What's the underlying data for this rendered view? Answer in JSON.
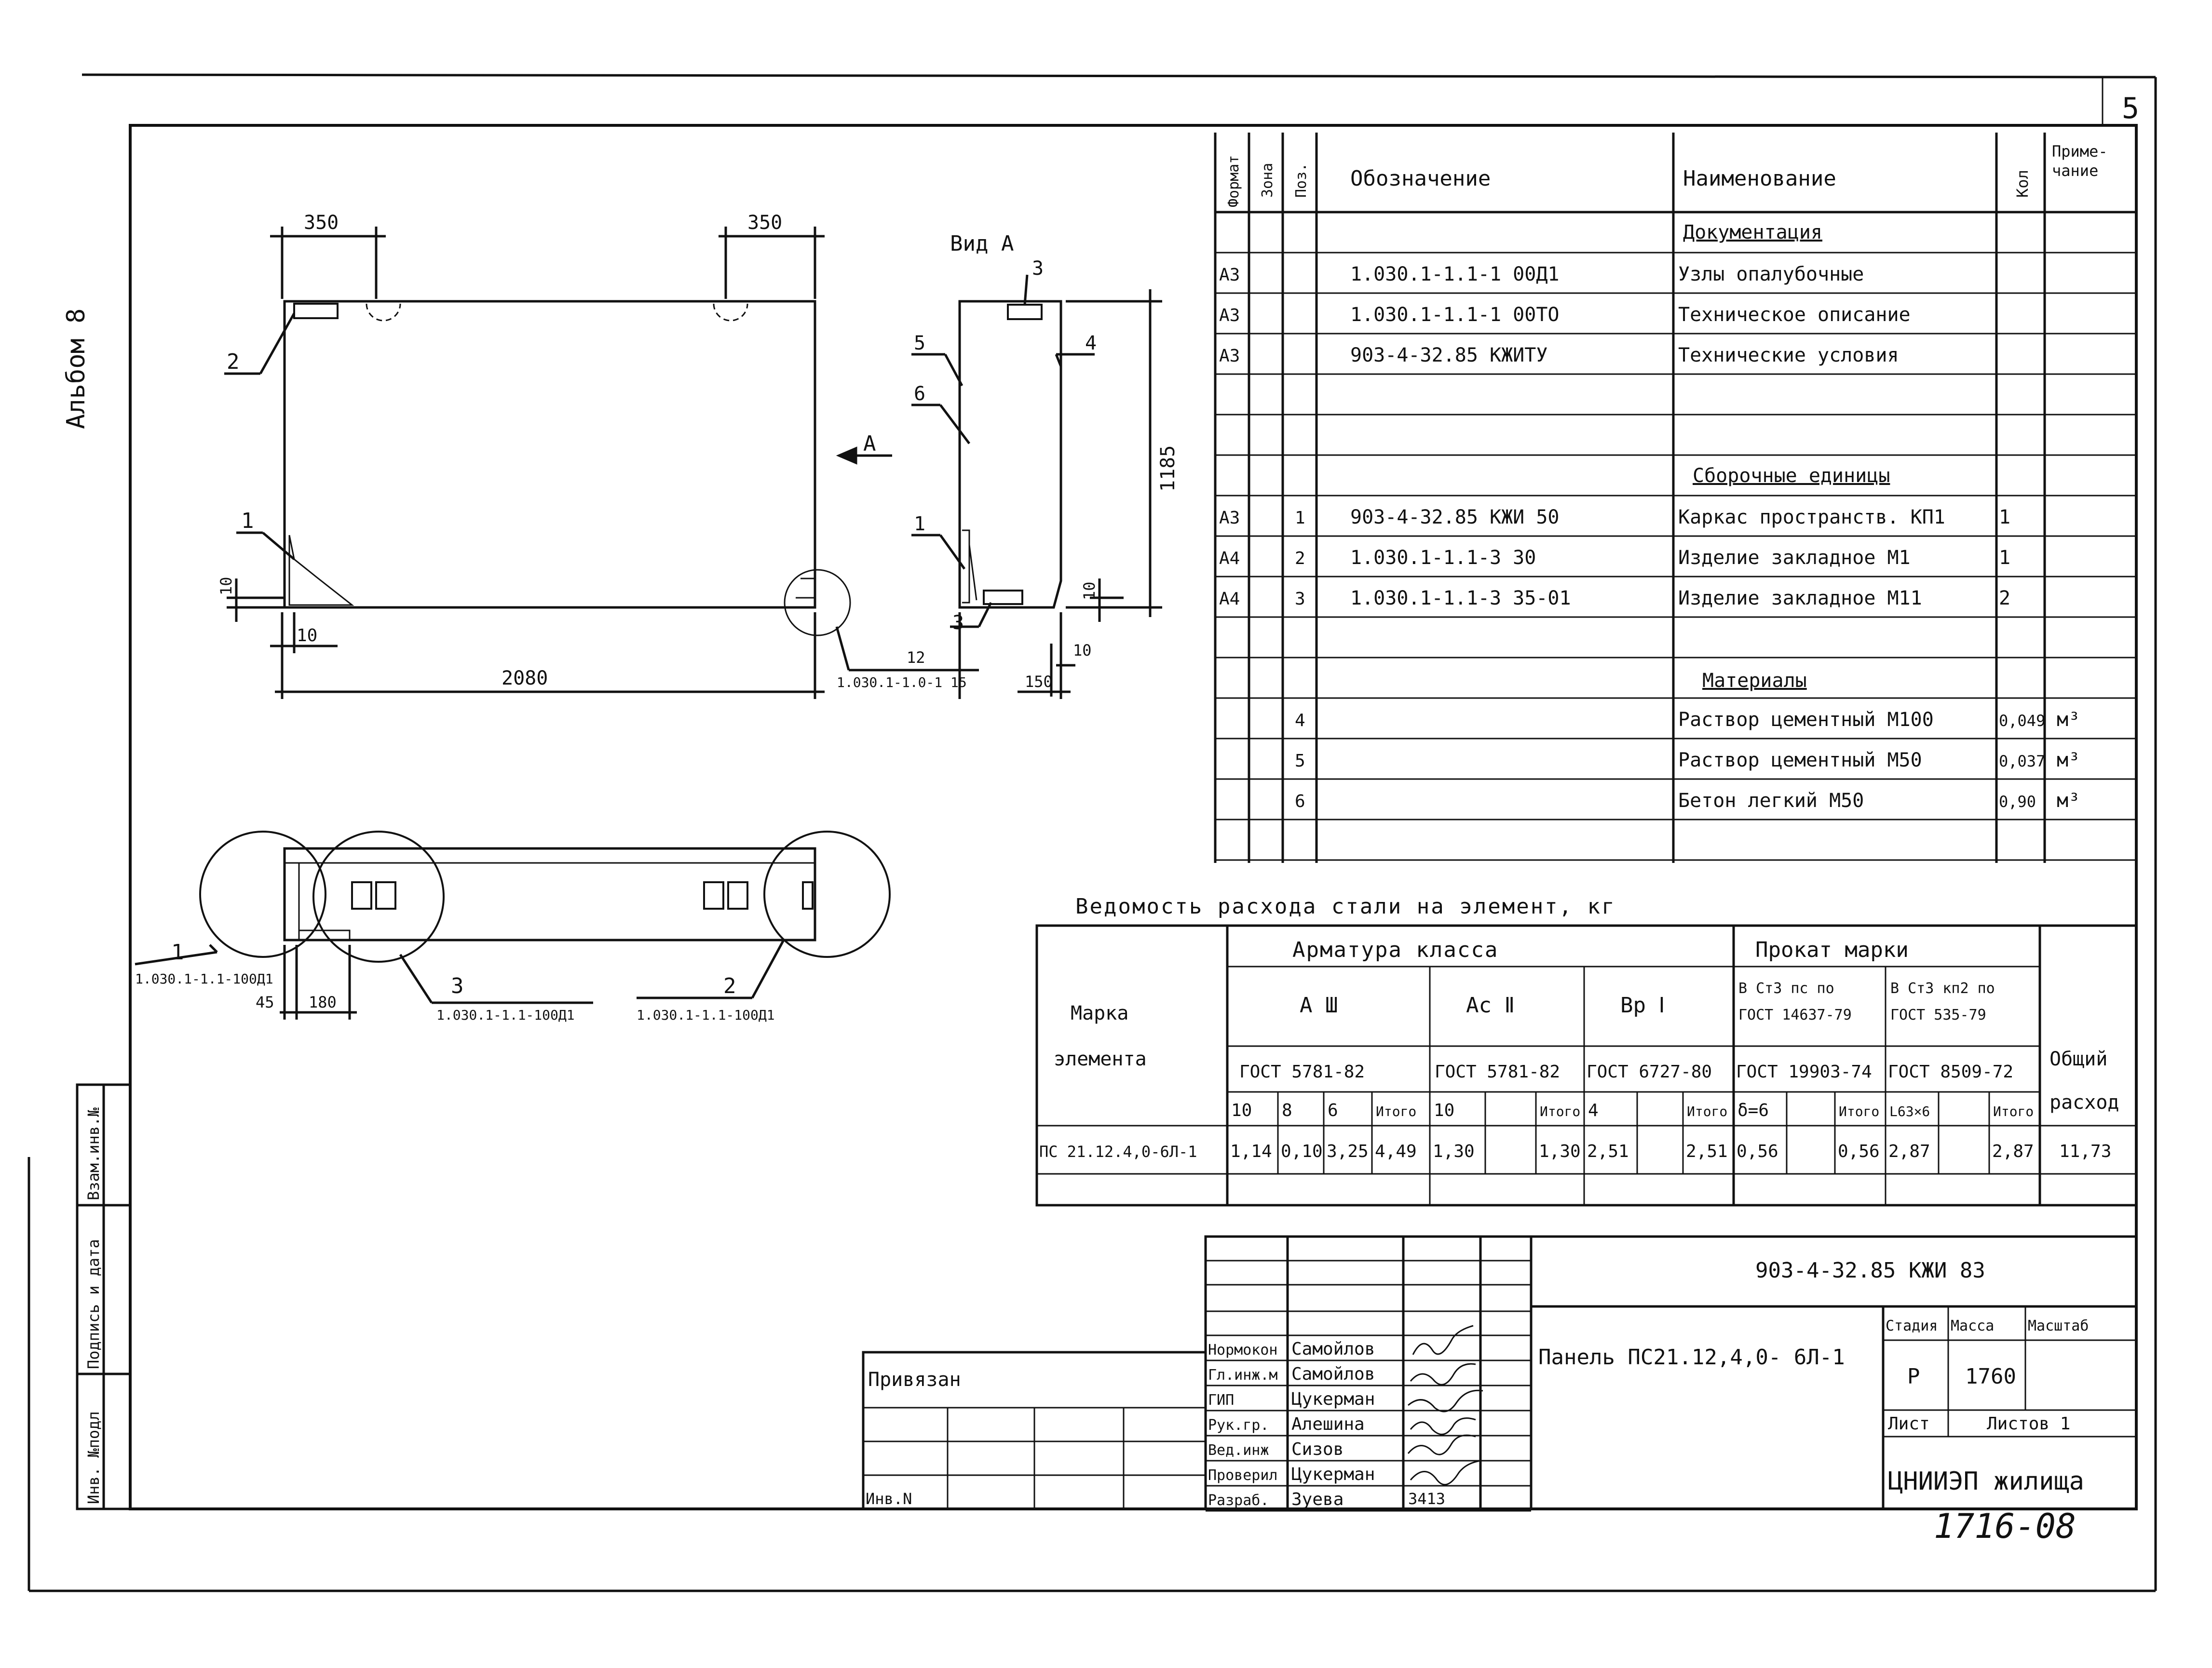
{
  "top_corner_mark": "5",
  "album_label": "Альбом 8",
  "spec_table": {
    "headers": {
      "format": "Формат",
      "zone": "Зона",
      "pos": "Поз.",
      "designation": "Обозначение",
      "name": "Наименование",
      "qty": "Кол",
      "note": "Приме-\nчание"
    },
    "sections": {
      "documentation": "Документация",
      "assembly": "Сборочные единицы",
      "materials": "Материалы"
    },
    "rows": [
      {
        "format": "А3",
        "pos": "",
        "designation": "1.030.1-1.1-1 00Д1",
        "name": "Узлы опалубочные",
        "qty": "",
        "note": ""
      },
      {
        "format": "А3",
        "pos": "",
        "designation": "1.030.1-1.1-1 00ТО",
        "name": "Техническое описание",
        "qty": "",
        "note": ""
      },
      {
        "format": "А3",
        "pos": "",
        "designation": "903-4-32.85   КЖИТУ",
        "name": "Технические условия",
        "qty": "",
        "note": ""
      },
      {
        "format": "А3",
        "pos": "1",
        "designation": "903-4-32.85 КЖИ 50",
        "name": "Каркас пространств. КП1",
        "qty": "1",
        "note": ""
      },
      {
        "format": "А4",
        "pos": "2",
        "designation": "1.030.1-1.1-3  30",
        "name": "Изделие закладное  М1",
        "qty": "1",
        "note": ""
      },
      {
        "format": "А4",
        "pos": "3",
        "designation": "1.030.1-1.1-3  35-01",
        "name": "Изделие закладное М11",
        "qty": "2",
        "note": ""
      },
      {
        "format": "",
        "pos": "4",
        "designation": "",
        "name": "Раствор цементный М100",
        "qty": "0,049",
        "note": "м³"
      },
      {
        "format": "",
        "pos": "5",
        "designation": "",
        "name": "Раствор цементный М50",
        "qty": "0,037",
        "note": "м³"
      },
      {
        "format": "",
        "pos": "6",
        "designation": "",
        "name": "Бетон легкий М50",
        "qty": "0,90",
        "note": "м³"
      }
    ]
  },
  "drawing": {
    "view_label": "Вид  А",
    "arrow_label": "А",
    "dims": {
      "d350a": "350",
      "d350b": "350",
      "d2080": "2080",
      "d1185": "1185",
      "d10a": "10",
      "d10b": "10",
      "d10c": "10",
      "d12": "12",
      "d150": "150",
      "d45": "45",
      "d180": "180",
      "d1h": "10"
    },
    "callouts": {
      "c1": "1",
      "c2": "2",
      "c3": "3",
      "c4": "4",
      "c5": "5",
      "c6": "6",
      "c1b": "1",
      "c3b": "3",
      "c3top": "3"
    },
    "refs": {
      "node_main": "1.030.1-1.0-1 15",
      "plan_1": "1.030.1-1.1-100Д1",
      "plan_3": "1.030.1-1.1-100Д1",
      "plan_2": "1.030.1-1.1-100Д1"
    },
    "plan_callouts": {
      "p1": "1",
      "p2": "2",
      "p3": "3"
    }
  },
  "steel": {
    "title": "Ведомость  расхода  стали  на элемент,  кг",
    "h_mark": "Марка\nэлемента",
    "h_arm": "Арматура     класса",
    "h_prokat": "Прокат   марки",
    "h_total": "Общий\nрасход",
    "classes": {
      "a3": "А Ш",
      "ac2": "Ас Ⅱ",
      "bp1": "Вр Ⅰ",
      "st3ps": "В Ст3 пс по\nГОСТ 14637-79",
      "st3kp": "В Ст3 кп2 по\nГОСТ 535-79"
    },
    "gosts": [
      "ГОСТ 5781-82",
      "ГОСТ 5781-82",
      "ГОСТ 6727-80",
      "ГОСТ 19903-74",
      "ГОСТ 8509-72"
    ],
    "sub": [
      "10",
      "8",
      "6",
      "Итого",
      "10",
      "",
      "Итого",
      "4",
      "",
      "Итого",
      "δ=6",
      "",
      "Итого",
      "L63×6",
      "",
      "Итого"
    ],
    "row": {
      "mark": "ПС 21.12.4,0-6Л-1",
      "vals": [
        "1,14",
        "0,10",
        "3,25",
        "4,49",
        "1,30",
        "",
        "1,30",
        "2,51",
        "",
        "2,51",
        "0,56",
        "",
        "0,56",
        "2,87",
        "",
        "2,87"
      ],
      "total": "11,73"
    }
  },
  "title_block": {
    "code": "903-4-32.85      КЖИ 83",
    "title": "Панель  ПС21.12,4,0- 6Л-1",
    "bound": "Привязан",
    "inv": "Инв.N",
    "stage_h": "Стадия",
    "mass_h": "Масса",
    "scale_h": "Масштаб",
    "stage": "Р",
    "mass": "1760",
    "sheet_h": "Лист",
    "sheets_h": "Листов 1",
    "org": "ЦНИИЭП жилища",
    "people": [
      {
        "role": "Нормокон",
        "name": "Самойлов"
      },
      {
        "role": "Гл.инж.м",
        "name": "Самойлов"
      },
      {
        "role": "ГИП",
        "name": "Цукерман"
      },
      {
        "role": "Рук.гр.",
        "name": "Алешина"
      },
      {
        "role": "Вед.инж",
        "name": "Сизов"
      },
      {
        "role": "Проверил",
        "name": "Цукерман"
      },
      {
        "role": "Разраб.",
        "name": "Зуева"
      }
    ],
    "sign_date": "3413"
  },
  "side_stamp": {
    "a": "Взам.инв.№",
    "b": "Подпись и дата",
    "c": "Инв. №подл"
  },
  "bottom_number": "1716-08"
}
